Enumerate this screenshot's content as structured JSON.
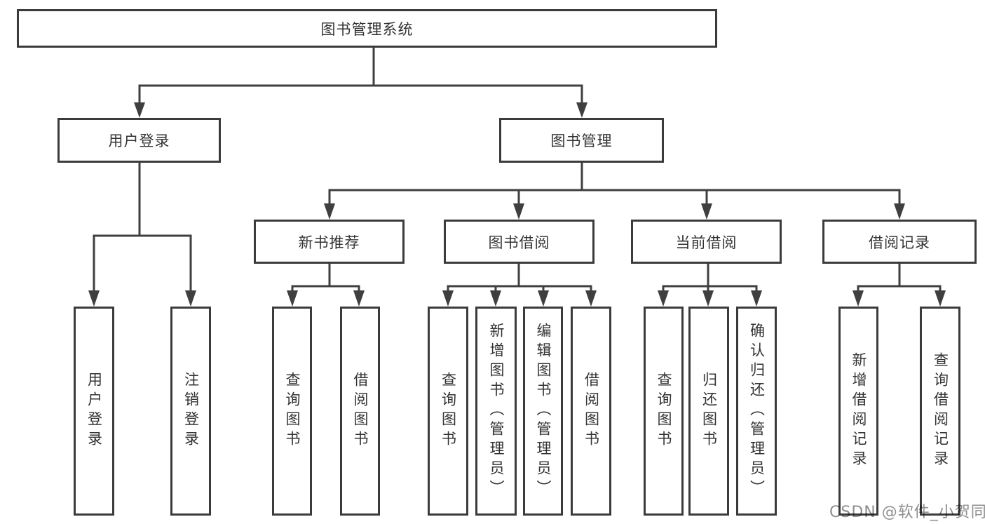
{
  "diagram_title": "图书管理系统",
  "colors": {
    "line": "#3f3f3f",
    "box_border": "#3b3b3b",
    "text": "#333333",
    "background": "#ffffff",
    "watermark": "#8f8f8f"
  },
  "tree": {
    "label": "图书管理系统",
    "children": [
      {
        "label": "用户登录",
        "children": [
          {
            "label": "用户登录"
          },
          {
            "label": "注销登录"
          }
        ]
      },
      {
        "label": "图书管理",
        "children": [
          {
            "label": "新书推荐",
            "children": [
              {
                "label": "查询图书"
              },
              {
                "label": "借阅图书"
              }
            ]
          },
          {
            "label": "图书借阅",
            "children": [
              {
                "label": "查询图书"
              },
              {
                "label": "新增图书（管理员）"
              },
              {
                "label": "编辑图书（管理员）"
              },
              {
                "label": "借阅图书"
              }
            ]
          },
          {
            "label": "当前借阅",
            "children": [
              {
                "label": "查询图书"
              },
              {
                "label": "归还图书"
              },
              {
                "label": "确认归还（管理员）"
              }
            ]
          },
          {
            "label": "借阅记录",
            "children": [
              {
                "label": "新增借阅记录"
              },
              {
                "label": "查询借阅记录"
              }
            ]
          }
        ]
      }
    ]
  },
  "watermark": {
    "text": "CSDN @软件_小贺同学"
  }
}
